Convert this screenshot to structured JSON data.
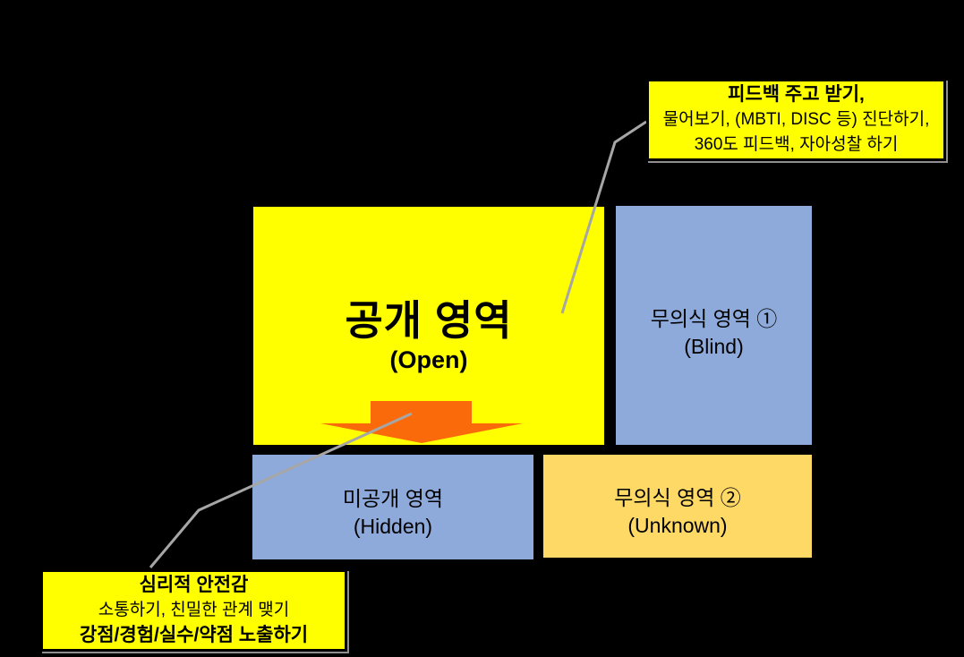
{
  "canvas": {
    "background": "#000000"
  },
  "boxes": {
    "open": {
      "title": "공개 영역",
      "subtitle": "(Open)",
      "color": "#FFFF00"
    },
    "blind": {
      "title": "무의식 영역 ①",
      "subtitle": "(Blind)",
      "color": "#8EAADB"
    },
    "hidden": {
      "title": "미공개 영역",
      "subtitle": "(Hidden)",
      "color": "#8EAADB"
    },
    "unknown": {
      "title": "무의식 영역 ②",
      "subtitle": "(Unknown)",
      "color": "#FFD966"
    }
  },
  "callouts": {
    "feedback": {
      "line1": "피드백 주고 받기,",
      "line2": "물어보기, (MBTI, DISC 등) 진단하기,",
      "line3": "360도 피드백, 자아성찰 하기",
      "background": "#FFFF00"
    },
    "safety": {
      "line1": "심리적 안전감",
      "line2": "소통하기, 친밀한 관계 맺기",
      "line3": "강점/경험/실수/약점 노출하기",
      "background": "#FFFF00"
    }
  },
  "arrow": {
    "color": "#FA690A"
  },
  "connector": {
    "color": "#A6A6A6"
  }
}
